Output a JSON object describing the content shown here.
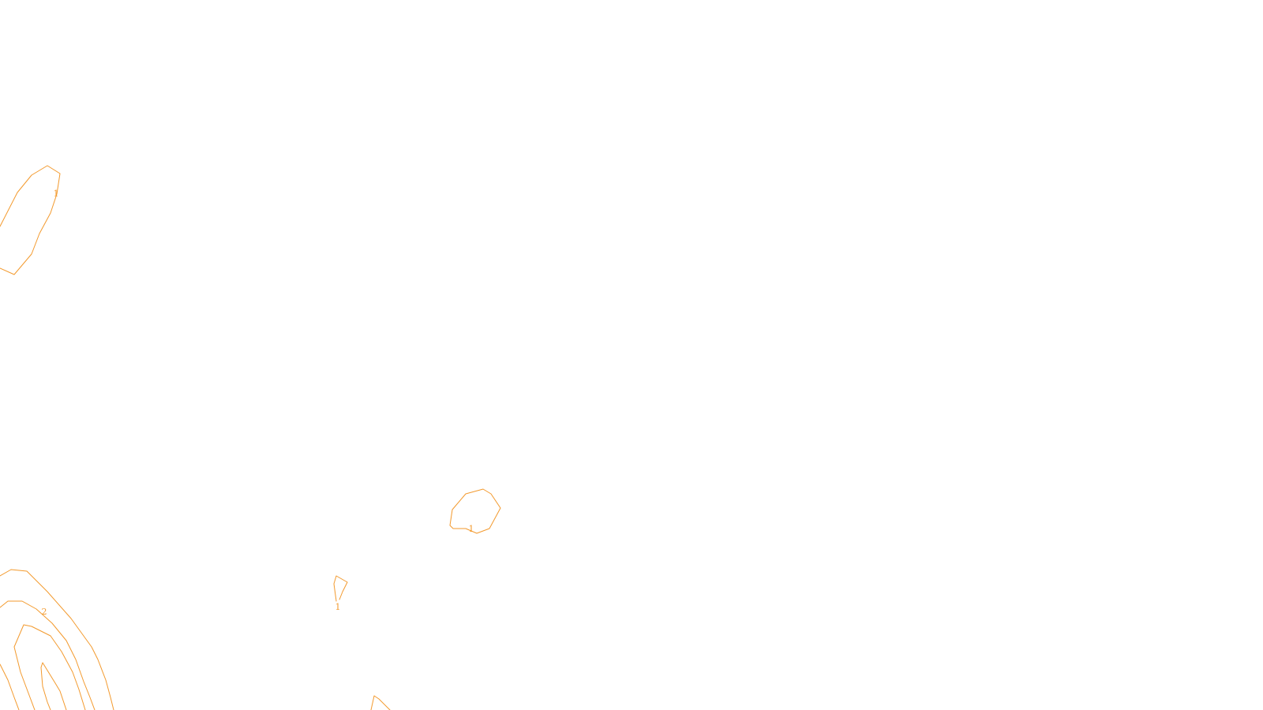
{
  "map": {
    "contour_color": "#f39a2e",
    "background_color": "#ffffff",
    "contour_labels": [
      "1",
      "1",
      "1",
      "2"
    ]
  }
}
